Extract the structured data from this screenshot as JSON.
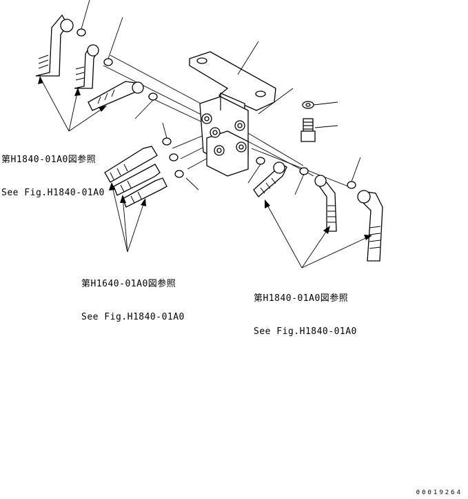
{
  "callouts": [
    {
      "jp": "第H1840-01A0図参照",
      "en": "See Fig.H1840-01A0"
    },
    {
      "jp": "第H1640-01A0図参照",
      "en": "See Fig.H1840-01A0"
    },
    {
      "jp": "第H1840-01A0図参照",
      "en": "See Fig.H1840-01A0"
    }
  ],
  "drawing_code": "00019264"
}
